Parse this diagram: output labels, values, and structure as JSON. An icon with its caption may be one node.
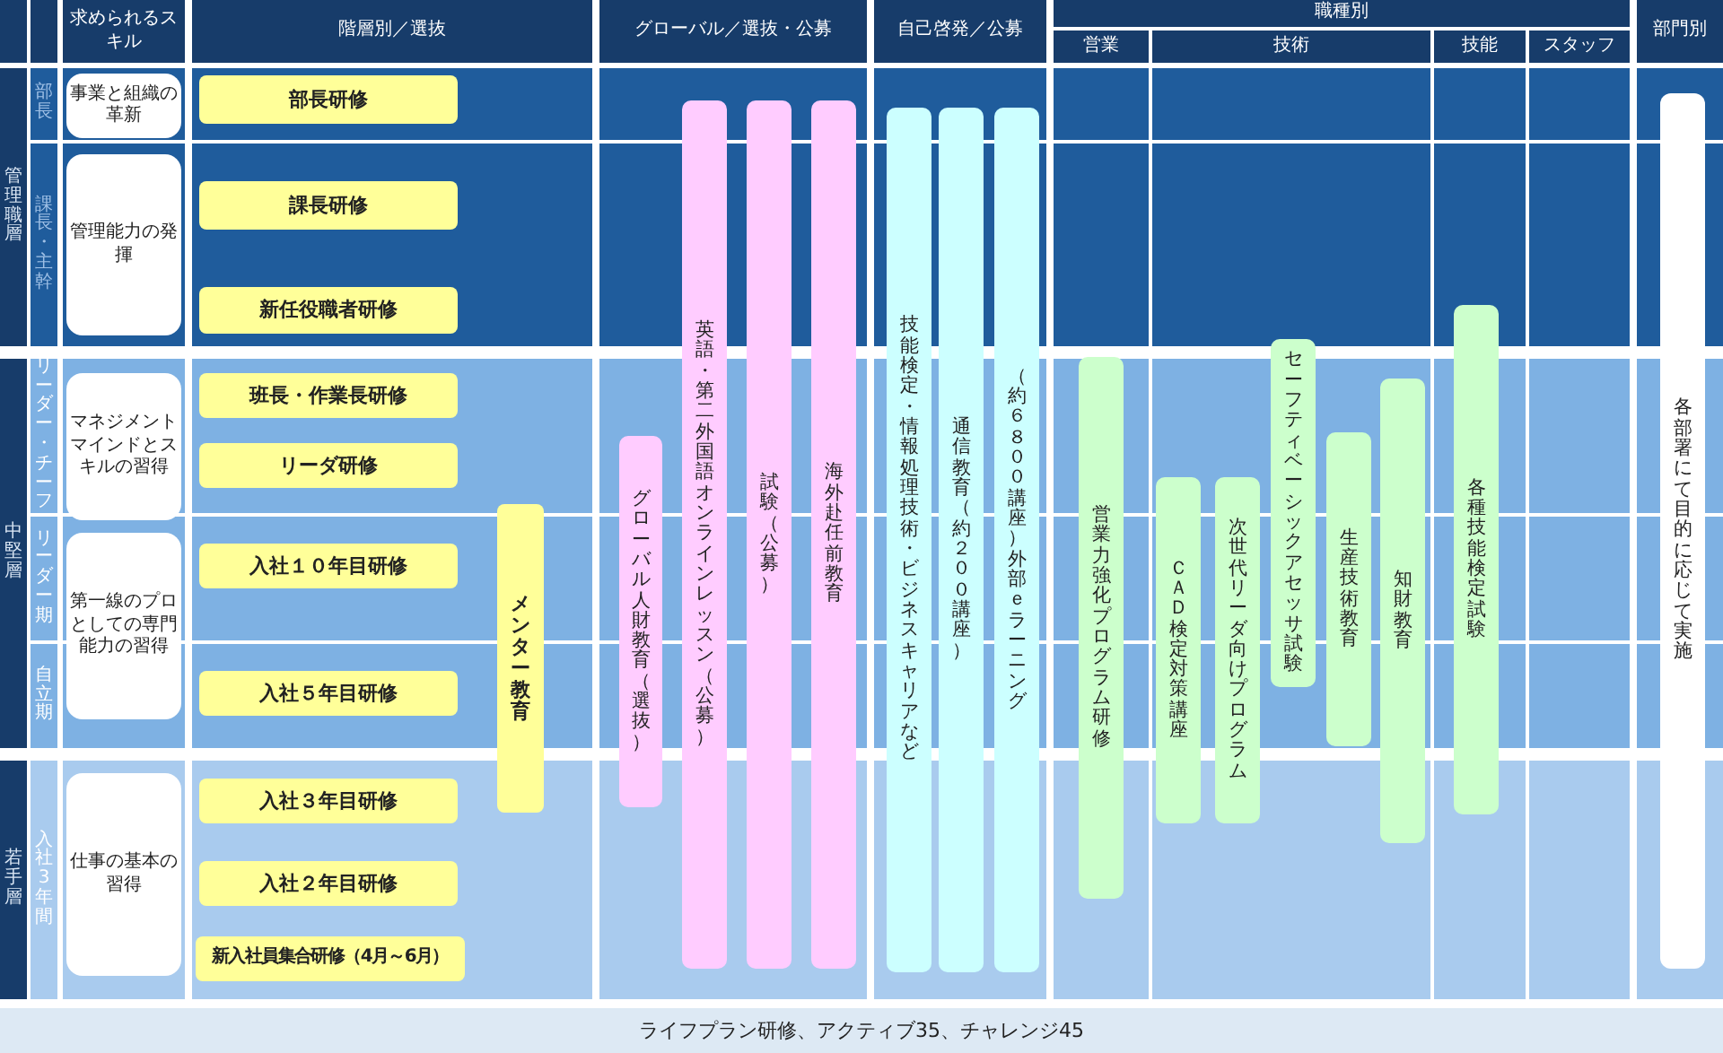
{
  "diagram": {
    "nodes": [
      {
        "text": [
          "求められるスキル"
        ]
      },
      {
        "text": [
          "階層別／選抜"
        ]
      },
      {
        "text": [
          "グローバル／選抜・公募"
        ]
      },
      {
        "text": [
          "自己啓発／公募"
        ]
      },
      {
        "text": [
          "職種別"
        ]
      },
      {
        "text": [
          "営業"
        ]
      },
      {
        "text": [
          "技術"
        ]
      },
      {
        "text": [
          "技能"
        ]
      },
      {
        "text": [
          "スタッフ"
        ]
      },
      {
        "text": [
          "部門別"
        ]
      },
      {
        "text": [
          "管理職層"
        ]
      },
      {
        "text": [
          "部長"
        ]
      },
      {
        "text": [
          "課長・主幹"
        ]
      },
      {
        "text": [
          "中堅層"
        ]
      },
      {
        "text": [
          "リーダー・チーフ"
        ]
      },
      {
        "text": [
          "リーダー期"
        ]
      },
      {
        "text": [
          "自立期"
        ]
      },
      {
        "text": [
          "若手層"
        ]
      },
      {
        "text": [
          "入社3年間"
        ]
      },
      {
        "text": [
          "事業と組織の革新"
        ]
      },
      {
        "text": [
          "管理能力の発揮"
        ]
      },
      {
        "text": [
          "マネジメントマインドとスキルの習得"
        ]
      },
      {
        "text": [
          "第一線のプロとしての専門能力の習得"
        ]
      },
      {
        "text": [
          "仕事の基本の習得"
        ]
      },
      {
        "text": [
          "部長研修"
        ]
      },
      {
        "text": [
          "課長研修"
        ]
      },
      {
        "text": [
          "新任役職者研修"
        ]
      },
      {
        "text": [
          "班長・作業長研修"
        ]
      },
      {
        "text": [
          "リーダ研修"
        ]
      },
      {
        "text": [
          "入社１０年目研修"
        ]
      },
      {
        "text": [
          "入社５年目研修"
        ]
      },
      {
        "text": [
          "入社３年目研修"
        ]
      },
      {
        "text": [
          "入社２年目研修"
        ]
      },
      {
        "text": [
          "新入社員集合研修（4月～6月）"
        ]
      },
      {
        "text": [
          "メンター教育"
        ]
      },
      {
        "text": [
          "グローバル人財教育（選抜）"
        ]
      },
      {
        "text": [
          "英語・第二外国語オンラインレッスン（公募）"
        ]
      },
      {
        "text": [
          "試験（公募）"
        ]
      },
      {
        "text": [
          "海外赴任前教育"
        ]
      },
      {
        "text": [
          "技能検定・情報処理技術・ビジネスキャリアなど"
        ]
      },
      {
        "text": [
          "通信教育（約２００講座）"
        ]
      },
      {
        "text": [
          "（約６８００講座）外部ｅラーニング"
        ]
      },
      {
        "text": [
          "営業力強化プログラム研修"
        ]
      },
      {
        "text": [
          "ＣＡＤ検定対策講座"
        ]
      },
      {
        "text": [
          "次世代リーダ向けプログラム"
        ]
      },
      {
        "text": [
          "セーフティベーシックアセッサ試験"
        ]
      },
      {
        "text": [
          "生産技術教育"
        ]
      },
      {
        "text": [
          "知財教育"
        ]
      },
      {
        "text": [
          "各種技能検定試験"
        ]
      },
      {
        "text": [
          "各部署にて目的に応じて実施"
        ]
      },
      {
        "text": [
          "ライフプラン研修、アクティブ35、チャレンジ45"
        ]
      }
    ]
  }
}
